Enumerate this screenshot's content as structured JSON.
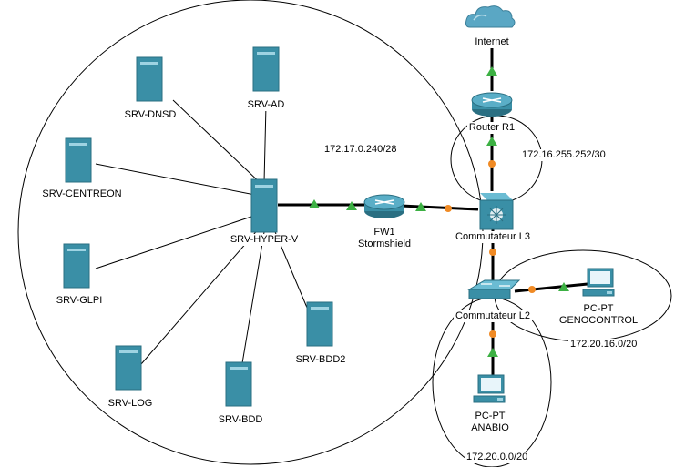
{
  "diagram": {
    "nodes": {
      "internet": {
        "label": "Internet",
        "icon": "cloud-icon"
      },
      "router": {
        "label": "Router R1",
        "icon": "router-icon"
      },
      "l3": {
        "label": "Commutateur L3",
        "icon": "l3-switch-icon"
      },
      "l2": {
        "label": "Commutateur L2",
        "icon": "l2-switch-icon"
      },
      "fw": {
        "label_line1": "FW1",
        "label_line2": "Stormshield",
        "icon": "firewall-router-icon"
      },
      "hyperv": {
        "label": "SRV-HYPER-V",
        "icon": "server-icon"
      },
      "dnsd": {
        "label": "SRV-DNSD",
        "icon": "server-icon"
      },
      "ad": {
        "label": "SRV-AD",
        "icon": "server-icon"
      },
      "centreon": {
        "label": "SRV-CENTREON",
        "icon": "server-icon"
      },
      "glpi": {
        "label": "SRV-GLPI",
        "icon": "server-icon"
      },
      "log": {
        "label": "SRV-LOG",
        "icon": "server-icon"
      },
      "bdd": {
        "label": "SRV-BDD",
        "icon": "server-icon"
      },
      "bdd2": {
        "label": "SRV-BDD2",
        "icon": "server-icon"
      },
      "geno": {
        "label_line1": "PC-PT",
        "label_line2": "GENOCONTROL",
        "icon": "pc-icon"
      },
      "anabio": {
        "label_line1": "PC-PT",
        "label_line2": "ANABIO",
        "icon": "pc-icon"
      }
    },
    "networks": {
      "server_lan": "172.17.0.240/28",
      "wan": "172.16.255.252/30",
      "geno_lan": "172.20.16.0/20",
      "anabio_lan": "172.20.0.0/20"
    },
    "colors": {
      "link": "#000000",
      "link_up": "#3cb043",
      "link_negotiating": "#f08a24",
      "device_teal": "#3a8fa6",
      "device_dark": "#2a6f82",
      "cloud": "#5aa7c4"
    }
  }
}
